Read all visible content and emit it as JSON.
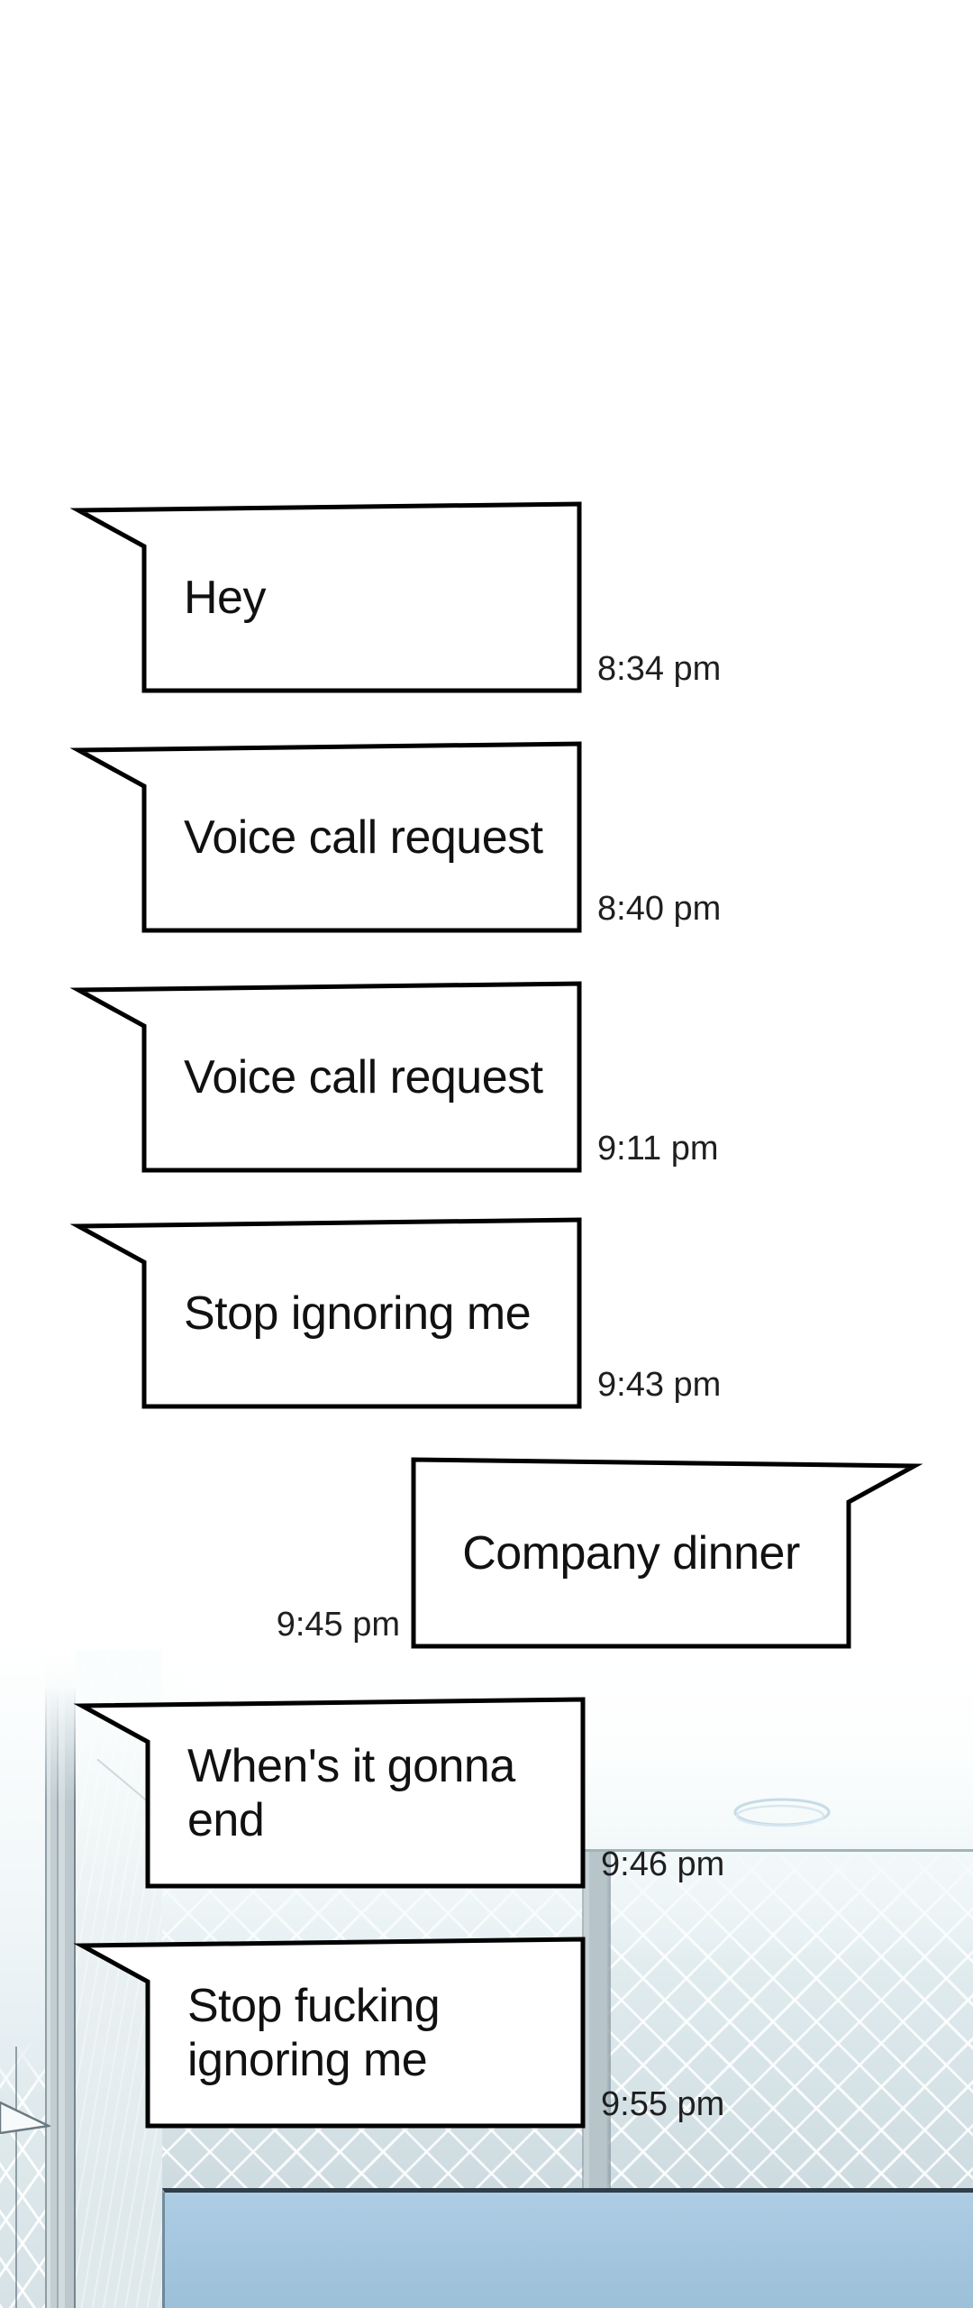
{
  "conversation": {
    "messages": [
      {
        "text": "Hey",
        "time": "8:34 pm",
        "side": "left"
      },
      {
        "text": "Voice call request",
        "time": "8:40 pm",
        "side": "left"
      },
      {
        "text": "Voice call request",
        "time": "9:11 pm",
        "side": "left"
      },
      {
        "text": "Stop ignoring me",
        "time": "9:43 pm",
        "side": "left"
      },
      {
        "text": "Company dinner",
        "time": "9:45 pm",
        "side": "right"
      },
      {
        "text": "When's it gonna\nend",
        "time": "9:46 pm",
        "side": "left"
      },
      {
        "text": "Stop fucking\nignoring me",
        "time": "9:55 pm",
        "side": "left"
      }
    ]
  },
  "scene": {
    "elements": [
      "tiled-wall",
      "towel-ring",
      "bathtub",
      "wall-pillar"
    ],
    "colors": {
      "bubble_fill": "#ffffff",
      "bubble_border": "#000000",
      "message_text": "#111111",
      "timestamp_text": "#1f1f1f",
      "tile_wall": "#d9e5e9",
      "tile_grout": "#ffffff",
      "tub_water": "#a3c6de",
      "tub_rim_line": "#2f3e48",
      "towel_ring": "#c6dbe6"
    }
  }
}
